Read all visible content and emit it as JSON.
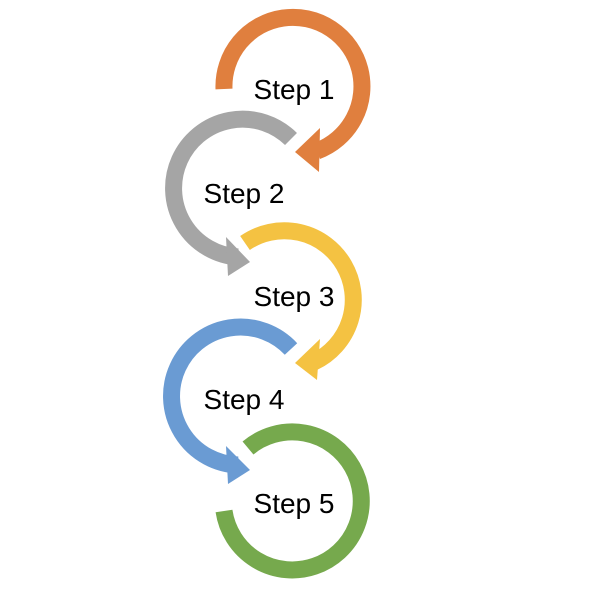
{
  "steps": [
    {
      "label": "Step 1",
      "color": "#E07F3E"
    },
    {
      "label": "Step 2",
      "color": "#A5A5A5"
    },
    {
      "label": "Step 3",
      "color": "#F4C242"
    },
    {
      "label": "Step 4",
      "color": "#6A9BD3"
    },
    {
      "label": "Step 5",
      "color": "#76A94D"
    }
  ]
}
